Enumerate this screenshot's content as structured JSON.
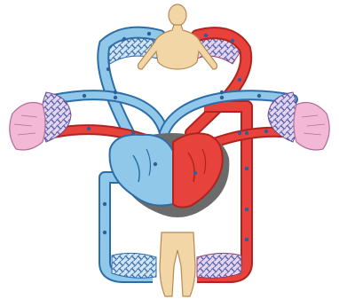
{
  "diagram": {
    "kind": "double circulation (heart, lungs, body)",
    "colors": {
      "oxygenated": "#e8423c",
      "deoxygenated": "#8fc8e8",
      "vessel_outline": "#2c6da8",
      "body_skin": "#f2d6a6",
      "body_outline": "#b58a54",
      "lung": "#f3b8d6",
      "lung_outline": "#b06f9a",
      "capillary": "#3a6aa6",
      "heart_shadow": "#6b6b6b",
      "flow_dot": "#2f5f9a"
    },
    "parts": {
      "upper_body": "upper-body-figure",
      "lower_body": "lower-body-figure",
      "left_lung": "lung-left",
      "right_lung": "lung-right",
      "heart": "heart"
    }
  }
}
